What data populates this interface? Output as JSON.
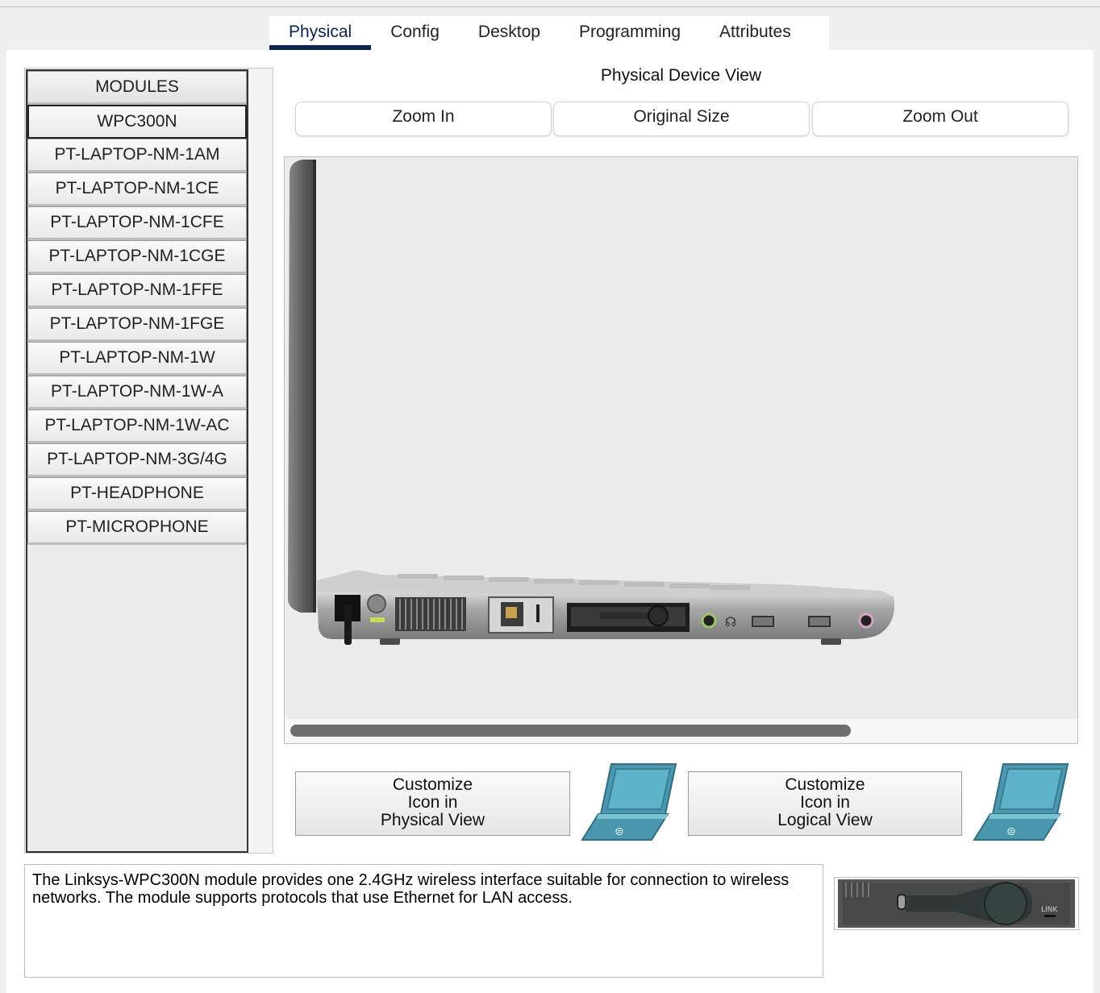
{
  "tabs": [
    {
      "label": "Physical",
      "active": true
    },
    {
      "label": "Config",
      "active": false
    },
    {
      "label": "Desktop",
      "active": false
    },
    {
      "label": "Programming",
      "active": false
    },
    {
      "label": "Attributes",
      "active": false
    }
  ],
  "modules": {
    "header": "MODULES",
    "selected": "WPC300N",
    "items": [
      "WPC300N",
      "PT-LAPTOP-NM-1AM",
      "PT-LAPTOP-NM-1CE",
      "PT-LAPTOP-NM-1CFE",
      "PT-LAPTOP-NM-1CGE",
      "PT-LAPTOP-NM-1FFE",
      "PT-LAPTOP-NM-1FGE",
      "PT-LAPTOP-NM-1W",
      "PT-LAPTOP-NM-1W-A",
      "PT-LAPTOP-NM-1W-AC",
      "PT-LAPTOP-NM-3G/4G",
      "PT-HEADPHONE",
      "PT-MICROPHONE"
    ]
  },
  "view": {
    "title": "Physical Device View",
    "zoom_in": "Zoom In",
    "original_size": "Original Size",
    "zoom_out": "Zoom Out"
  },
  "customize": {
    "physical": [
      "Customize",
      "Icon in",
      "Physical View"
    ],
    "logical": [
      "Customize",
      "Icon in",
      "Logical View"
    ]
  },
  "description": "The Linksys-WPC300N module provides one 2.4GHz wireless interface suitable for connection to wireless networks. The module supports protocols that use Ethernet for LAN access.",
  "module_thumb_label": "LINK",
  "colors": {
    "tab_active": "#0b2550",
    "laptop_icon": "#4b97ad"
  }
}
